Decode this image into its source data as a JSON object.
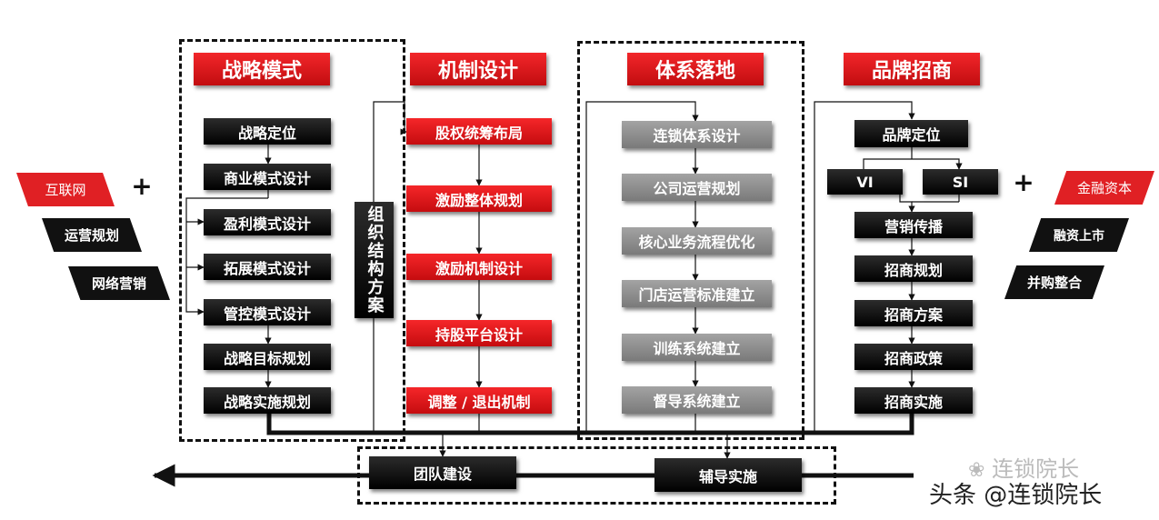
{
  "headers": [
    "战略模式",
    "机制设计",
    "体系落地",
    "品牌招商"
  ],
  "strategy": [
    "战略定位",
    "商业模式设计",
    "盈利模式设计",
    "拓展模式设计",
    "管控模式设计",
    "战略目标规划",
    "战略实施规划"
  ],
  "org": "组织结构方案",
  "mechanism": [
    "股权统筹布局",
    "激励整体规划",
    "激励机制设计",
    "持股平台设计",
    "调整 / 退出机制"
  ],
  "system": [
    "连锁体系设计",
    "公司运营规划",
    "核心业务流程优化",
    "门店运营标准建立",
    "训练系统建立",
    "督导系统建立"
  ],
  "brand": {
    "top": "品牌定位",
    "split": [
      "VI",
      "SI"
    ],
    "rest": [
      "营销传播",
      "招商规划",
      "招商方案",
      "招商政策",
      "招商实施"
    ]
  },
  "left_tags": [
    "互联网",
    "运营规划",
    "网络营销"
  ],
  "right_tags": [
    "金融资本",
    "融资上市",
    "并购整合"
  ],
  "plus": "+",
  "bottom": [
    "团队建设",
    "辅导实施"
  ],
  "watermarks": {
    "top": "连锁院长",
    "bottom": "头条 @连锁院长"
  },
  "colors": {
    "accent": "#e02024",
    "dark": "#000000",
    "gray": "#8c8c8c"
  }
}
